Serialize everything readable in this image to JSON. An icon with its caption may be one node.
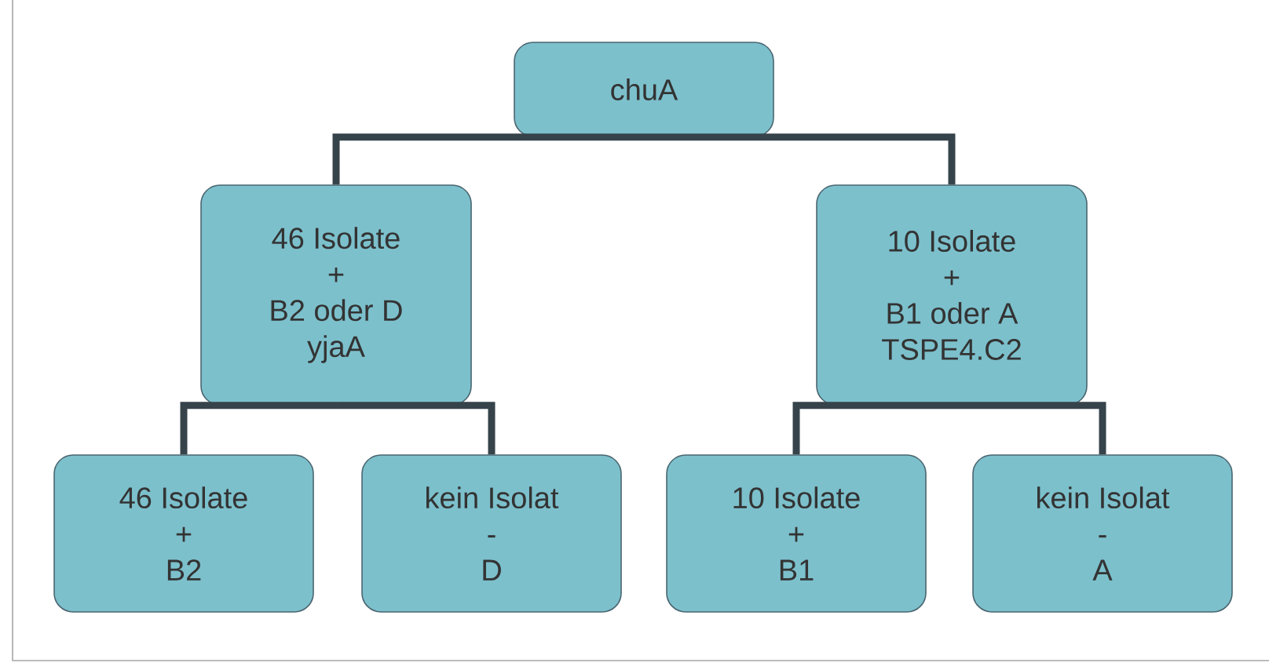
{
  "diagram": {
    "nodes": [
      {
        "text": [
          "chuA"
        ]
      },
      {
        "text": [
          "46 Isolate",
          "+",
          "B2 oder D",
          "yjaA"
        ]
      },
      {
        "text": [
          "10  Isolate",
          "+",
          "B1 oder A",
          "TSPE4.C2"
        ]
      },
      {
        "text": [
          "46 Isolate",
          "+",
          "B2"
        ]
      },
      {
        "text": [
          "kein Isolat",
          "-",
          "D"
        ]
      },
      {
        "text": [
          "10 Isolate",
          "+",
          "B1"
        ]
      },
      {
        "text": [
          "kein Isolat",
          "-",
          "A"
        ]
      }
    ],
    "edges": [
      {
        "from": 0,
        "to": 1,
        "arrow": "none"
      },
      {
        "from": 0,
        "to": 2,
        "arrow": "none"
      },
      {
        "from": 1,
        "to": 3,
        "arrow": "none"
      },
      {
        "from": 1,
        "to": 4,
        "arrow": "none"
      },
      {
        "from": 2,
        "to": 5,
        "arrow": "none"
      },
      {
        "from": 2,
        "to": 6,
        "arrow": "none"
      }
    ]
  }
}
